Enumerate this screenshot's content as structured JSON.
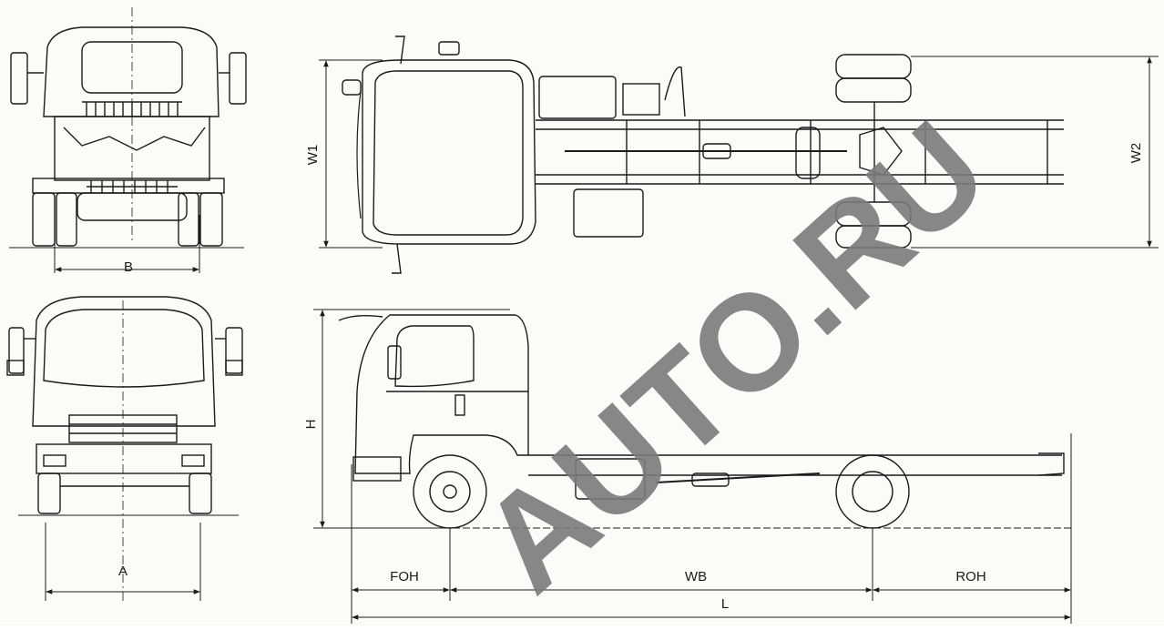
{
  "dimensions": {
    "track_rear": "B",
    "track_front": "A",
    "width_front": "W1",
    "width_rear": "W2",
    "height": "H",
    "front_overhang": "FOH",
    "wheelbase": "WB",
    "rear_overhang": "ROH",
    "overall_length": "L"
  },
  "watermark": "AUTO.RU",
  "colors": {
    "paper": "#fbfbf8",
    "line": "#1b1b1b",
    "watermark": "#7a7a7a"
  }
}
